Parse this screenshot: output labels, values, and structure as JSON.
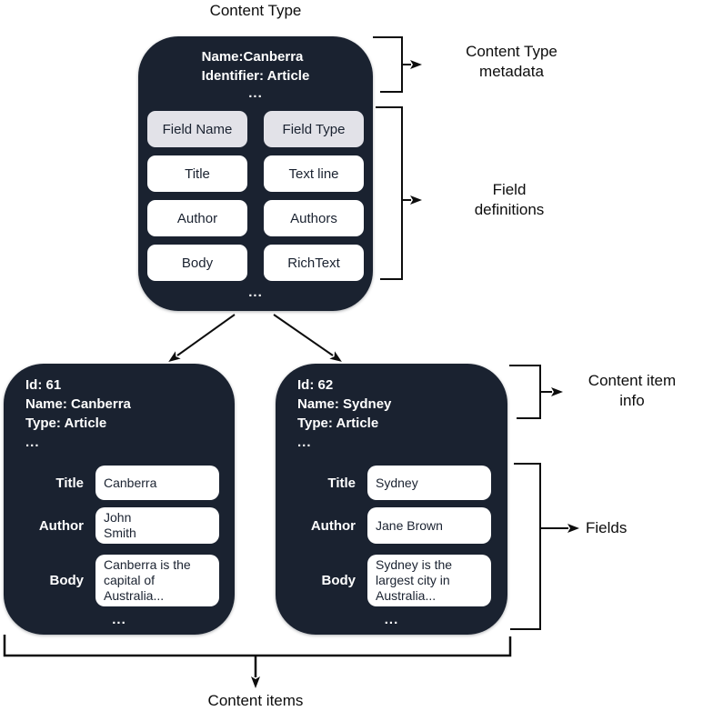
{
  "colors": {
    "card-bg": "#1a2230",
    "chip-bg": "#ffffff",
    "chip-header-bg": "#e2e2e8",
    "text-light": "#ffffff",
    "text-dark": "#1a2230",
    "line": "#0d0d0d"
  },
  "diagram_title": "Content Type",
  "content_type": {
    "name_line": "Name:Canberra",
    "identifier_line": "Identifier: Article",
    "ellipsis": "...",
    "field_headers": {
      "name": "Field Name",
      "type": "Field Type"
    },
    "fields": [
      {
        "name": "Title",
        "type": "Text line"
      },
      {
        "name": "Author",
        "type": "Authors"
      },
      {
        "name": "Body",
        "type": "RichText"
      }
    ],
    "footer_ellipsis": "..."
  },
  "annotations": {
    "content_type_metadata": "Content Type\nmetadata",
    "field_definitions": "Field\ndefinitions",
    "content_item_info": "Content item\ninfo",
    "fields": "Fields",
    "content_items": "Content items"
  },
  "content_items": [
    {
      "id_line": "Id: 61",
      "name_line": "Name: Canberra",
      "type_line": "Type: Article",
      "ellipsis": "...",
      "fields": [
        {
          "label": "Title",
          "value": "Canberra"
        },
        {
          "label": "Author",
          "value": "John\nSmith"
        },
        {
          "label": "Body",
          "value": "Canberra is the\ncapital of\nAustralia..."
        }
      ],
      "footer_ellipsis": "..."
    },
    {
      "id_line": "Id: 62",
      "name_line": "Name: Sydney",
      "type_line": "Type: Article",
      "ellipsis": "...",
      "fields": [
        {
          "label": "Title",
          "value": "Sydney"
        },
        {
          "label": "Author",
          "value": "Jane Brown"
        },
        {
          "label": "Body",
          "value": "Sydney is the\nlargest city in\nAustralia..."
        }
      ],
      "footer_ellipsis": "..."
    }
  ]
}
